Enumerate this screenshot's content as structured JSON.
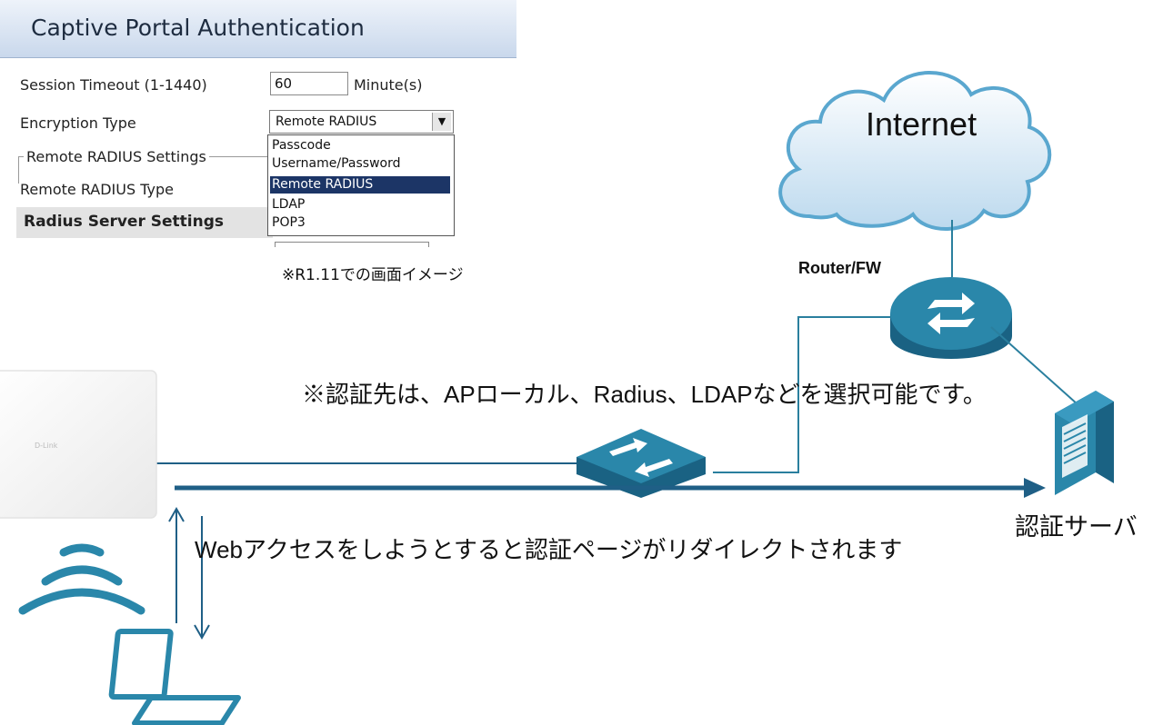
{
  "screenshot": {
    "title": "Captive Portal Authentication",
    "session_timeout_label": "Session Timeout (1-1440)",
    "session_timeout_value": "60",
    "session_timeout_unit": "Minute(s)",
    "encryption_type_label": "Encryption Type",
    "encryption_type_selected": "Remote RADIUS",
    "remote_radius_settings_legend": "Remote RADIUS Settings",
    "remote_radius_type_label": "Remote RADIUS Type",
    "radius_server_settings_heading": "Radius Server Settings",
    "dropdown_options": [
      "Passcode",
      "Username/Password",
      "Remote RADIUS",
      "LDAP",
      "POP3"
    ],
    "dropdown_selected_index": 2
  },
  "caption": "※R1.11での画面イメージ",
  "internet_label": "Internet",
  "router_label": "Router/FW",
  "auth_note": "※認証先は、APローカル、Radius、LDAPなどを選択可能です。",
  "redirect_note": "Webアクセスをしようとすると認証ページがリダイレクトされます",
  "server_label": "認証サーバ",
  "ap_logo": "D-Link",
  "colors": {
    "teal": "#2a7f9e",
    "teal_dark": "#1a6283",
    "line": "#1f5f86",
    "cloud_fill": "#cfe3f2",
    "cloud_stroke": "#5aa7cf"
  }
}
